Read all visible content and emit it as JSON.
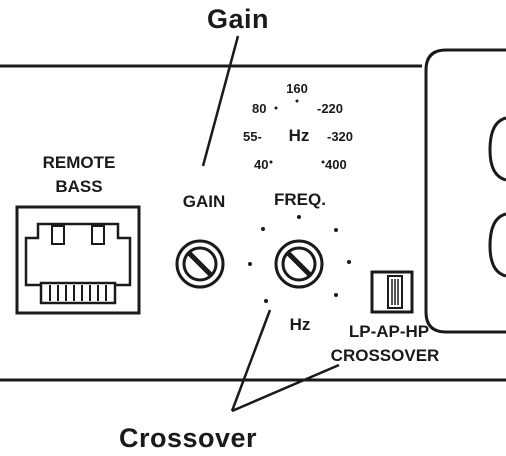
{
  "callouts": {
    "gain": "Gain",
    "crossover": "Crossover"
  },
  "remote": {
    "line1": "REMOTE",
    "line2": "BASS"
  },
  "gain_knob": {
    "label": "GAIN"
  },
  "freq_knob": {
    "label": "FREQ.",
    "unit": "Hz",
    "scale": {
      "center_unit": "Hz",
      "marks": [
        "160",
        "80",
        "-220",
        "55-",
        "-320",
        "40",
        "400"
      ]
    }
  },
  "crossover_switch": {
    "line1": "LP-AP-HP",
    "line2": "CROSSOVER"
  }
}
